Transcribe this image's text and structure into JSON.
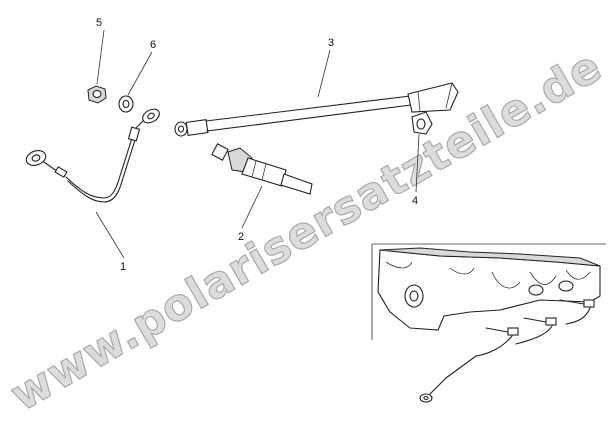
{
  "callouts": [
    {
      "id": "1",
      "label": "1",
      "part": "glow-plug-harness"
    },
    {
      "id": "2",
      "label": "2",
      "part": "glow-plug"
    },
    {
      "id": "3",
      "label": "3",
      "part": "glow-plug-lead"
    },
    {
      "id": "4",
      "label": "4",
      "part": "wire-clip"
    },
    {
      "id": "5",
      "label": "5",
      "part": "nut"
    },
    {
      "id": "6",
      "label": "6",
      "part": "washer"
    }
  ],
  "watermark": "www.polarisersatzteile.de"
}
